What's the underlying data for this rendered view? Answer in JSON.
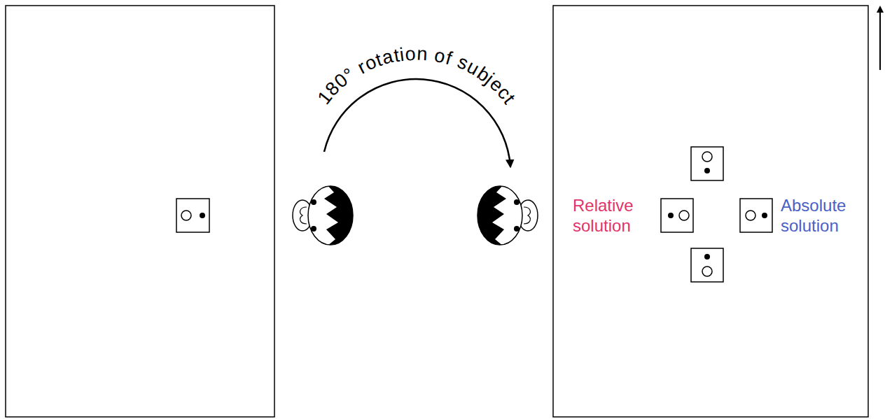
{
  "diagram": {
    "labels": [
      "180° rotation of subject",
      "Relative solution",
      "Absolute solution"
    ]
  }
}
